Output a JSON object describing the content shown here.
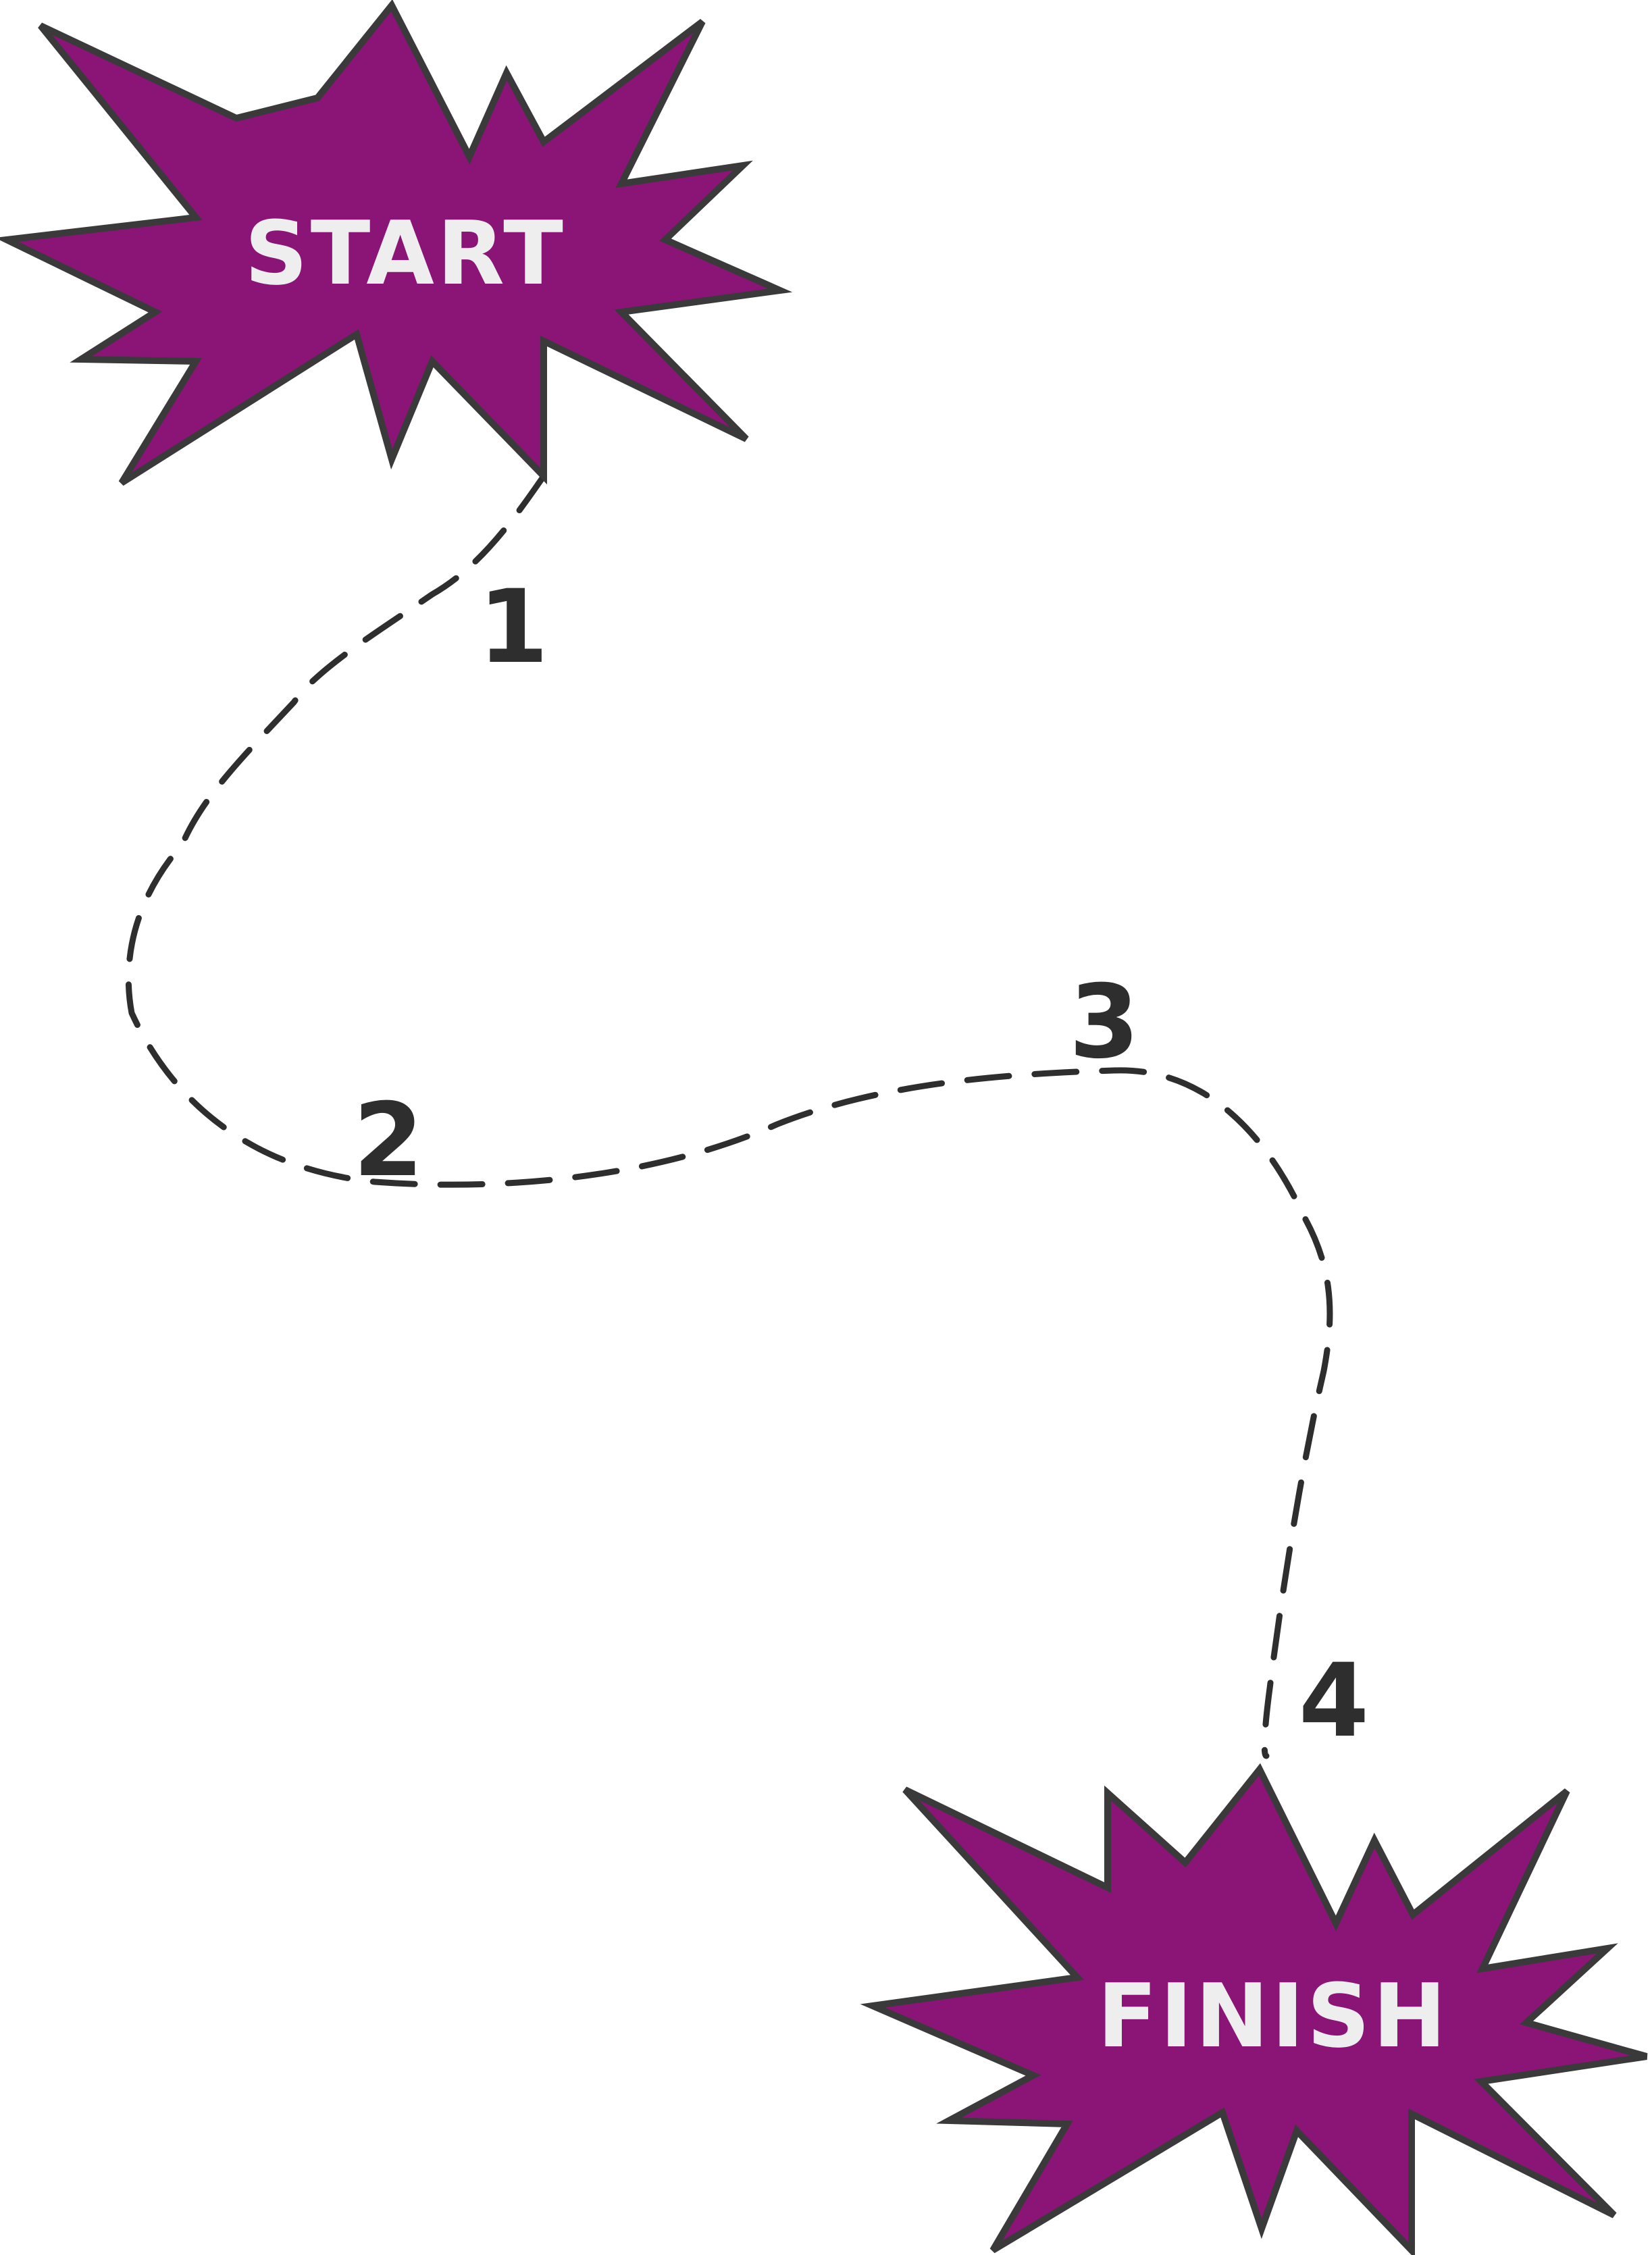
{
  "start": {
    "label": "START"
  },
  "finish": {
    "label": "FINISH"
  },
  "steps": [
    "1",
    "2",
    "3",
    "4"
  ],
  "colors": {
    "burst_fill": "#8b1577",
    "burst_stroke": "#3a3a3a",
    "burst_text": "#eeeeee",
    "path_stroke": "#2e2e2e",
    "number_text": "#2e2e2e",
    "background": "#ffffff"
  }
}
